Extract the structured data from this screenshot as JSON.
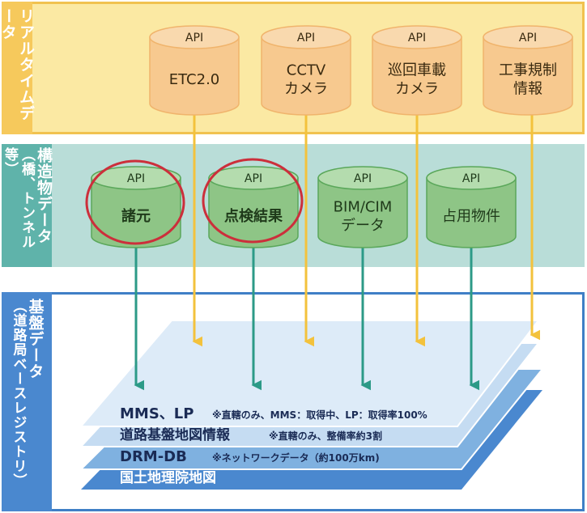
{
  "colors": {
    "realtime_fill": "#fbe9a3",
    "realtime_tab": "#f6c95c",
    "realtime_border": "#f1c24f",
    "structure_fill": "#b9ddd8",
    "structure_tab": "#5fb3aa",
    "base_tab": "#4a88cf",
    "base_border": "#3f7fc6",
    "orange_cyl": "#f7c98f",
    "green_cyl": "#8ec586",
    "yellow_arrow": "#f3c23c",
    "green_arrow": "#2c9a87",
    "highlight_circle": "#cc2f3b"
  },
  "sections": {
    "realtime": {
      "label": "リアルタイムデータ"
    },
    "structure": {
      "label": "構造物データ",
      "sublabel": "（橋、トンネル等）"
    },
    "base": {
      "label": "基盤データ",
      "sublabel": "（道路局ベースレジストリ）"
    }
  },
  "realtime_sources": [
    {
      "api": "API",
      "lines": [
        "ETC2.0"
      ]
    },
    {
      "api": "API",
      "lines": [
        "CCTV",
        "カメラ"
      ]
    },
    {
      "api": "API",
      "lines": [
        "巡回車載",
        "カメラ"
      ]
    },
    {
      "api": "API",
      "lines": [
        "工事規制",
        "情報"
      ]
    }
  ],
  "structure_sources": [
    {
      "api": "API",
      "lines": [
        "諸元"
      ],
      "highlighted": true
    },
    {
      "api": "API",
      "lines": [
        "点検結果"
      ],
      "highlighted": true
    },
    {
      "api": "API",
      "lines": [
        "BIM/CIM",
        "データ"
      ],
      "highlighted": false
    },
    {
      "api": "API",
      "lines": [
        "占用物件"
      ],
      "highlighted": false
    }
  ],
  "base_layers": [
    {
      "name": "MMS、LP",
      "note": "※直轄のみ、MMS：取得中、LP：取得率100%"
    },
    {
      "name": "道路基盤地図情報",
      "note": "※直轄のみ、整備率約3割"
    },
    {
      "name": "DRM-DB",
      "note": "※ネットワークデータ（約100万km)"
    },
    {
      "name": "国土地理院地図",
      "note": ""
    }
  ]
}
